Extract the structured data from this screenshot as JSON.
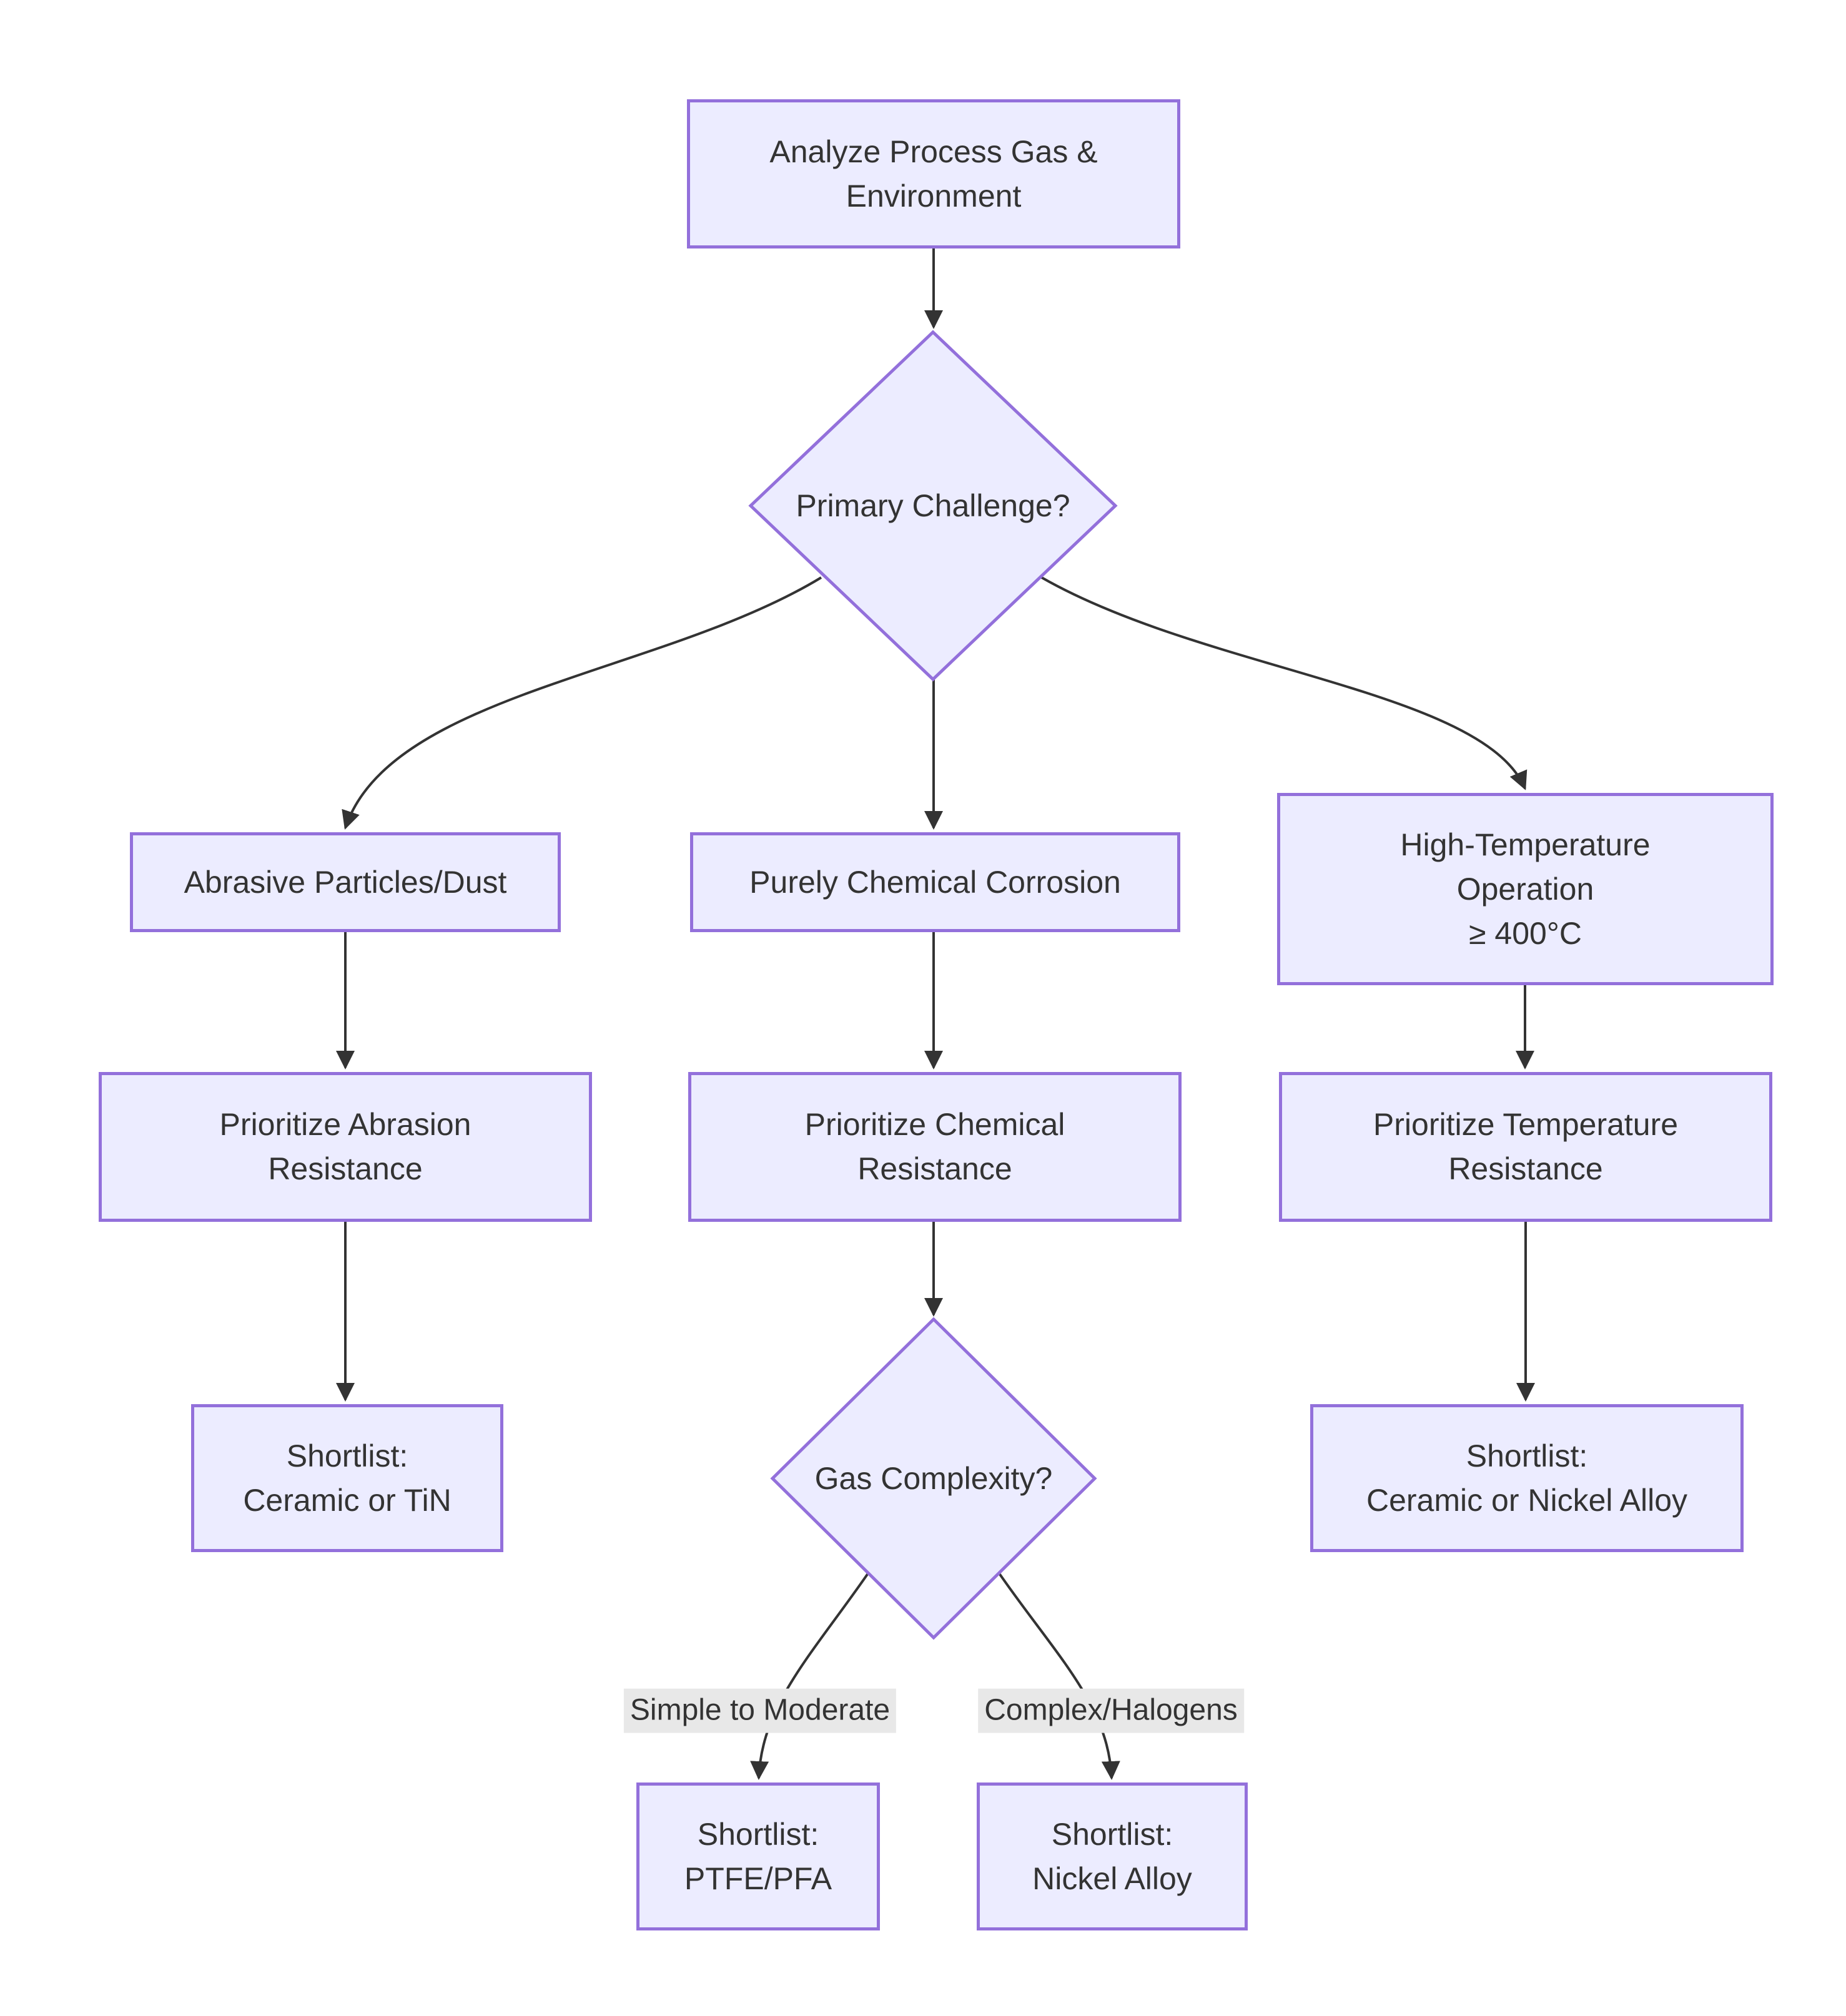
{
  "colors": {
    "node_fill": "#ECECFF",
    "node_border": "#9370DB",
    "edge_line": "#333333",
    "edge_label_bg": "#E8E8E8",
    "text": "#333333",
    "background": "#FFFFFF"
  },
  "nodes": {
    "analyze": {
      "label": "Analyze Process Gas &\nEnvironment"
    },
    "primary_challenge": {
      "label": "Primary Challenge?"
    },
    "abrasive": {
      "label": "Abrasive Particles/Dust"
    },
    "chemical_corrosion": {
      "label": "Purely Chemical Corrosion"
    },
    "high_temperature": {
      "label": "High-Temperature\nOperation\n≥ 400°C"
    },
    "prioritize_abrasion": {
      "label": "Prioritize Abrasion\nResistance"
    },
    "prioritize_chemical": {
      "label": "Prioritize Chemical\nResistance"
    },
    "prioritize_temperature": {
      "label": "Prioritize Temperature\nResistance"
    },
    "shortlist_ceramic_tin": {
      "label": "Shortlist:\nCeramic or TiN"
    },
    "gas_complexity": {
      "label": "Gas Complexity?"
    },
    "shortlist_ceramic_nickel": {
      "label": "Shortlist:\nCeramic or Nickel Alloy"
    },
    "shortlist_ptfe_pfa": {
      "label": "Shortlist:\nPTFE/PFA"
    },
    "shortlist_nickel_alloy": {
      "label": "Shortlist:\nNickel Alloy"
    }
  },
  "edge_labels": {
    "simple_to_moderate": "Simple to Moderate",
    "complex_halogens": "Complex/Halogens"
  },
  "edges": [
    {
      "from": "analyze",
      "to": "primary_challenge",
      "label": ""
    },
    {
      "from": "primary_challenge",
      "to": "abrasive",
      "label": ""
    },
    {
      "from": "primary_challenge",
      "to": "chemical_corrosion",
      "label": ""
    },
    {
      "from": "primary_challenge",
      "to": "high_temperature",
      "label": ""
    },
    {
      "from": "abrasive",
      "to": "prioritize_abrasion",
      "label": ""
    },
    {
      "from": "chemical_corrosion",
      "to": "prioritize_chemical",
      "label": ""
    },
    {
      "from": "high_temperature",
      "to": "prioritize_temperature",
      "label": ""
    },
    {
      "from": "prioritize_abrasion",
      "to": "shortlist_ceramic_tin",
      "label": ""
    },
    {
      "from": "prioritize_chemical",
      "to": "gas_complexity",
      "label": ""
    },
    {
      "from": "prioritize_temperature",
      "to": "shortlist_ceramic_nickel",
      "label": ""
    },
    {
      "from": "gas_complexity",
      "to": "shortlist_ptfe_pfa",
      "label": "Simple to Moderate"
    },
    {
      "from": "gas_complexity",
      "to": "shortlist_nickel_alloy",
      "label": "Complex/Halogens"
    }
  ]
}
